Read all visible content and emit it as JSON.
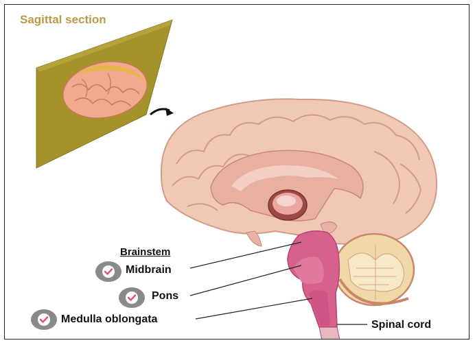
{
  "title": "Sagittal section",
  "labels": {
    "brainstem": "Brainstem",
    "midbrain": "Midbrain",
    "pons": "Pons",
    "medulla": "Medulla oblongata",
    "spinal_cord": "Spinal cord"
  },
  "colors": {
    "title": "#b79a4a",
    "plane": "#a6922b",
    "cortex": "#f1c8b6",
    "cortex_outline": "#cf9c86",
    "brainstem": "#d8608d",
    "cerebellum": "#f0d8a8",
    "check_badge": "#8a8a8a",
    "check_mark": "#d9536f"
  },
  "icons": [
    "check-icon",
    "curved-arrow-icon"
  ]
}
